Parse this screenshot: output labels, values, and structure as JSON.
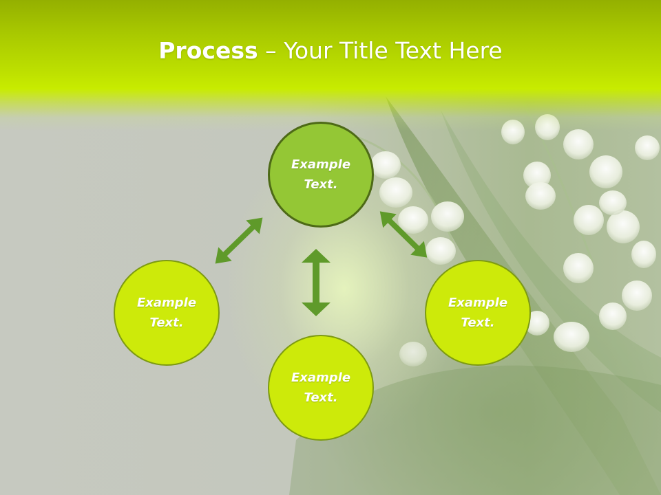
{
  "slide": {
    "title_bold": "Process",
    "title_rest": " – Your Title Text Here"
  },
  "diagram": {
    "nodes": {
      "top": {
        "label": "Example\nText."
      },
      "left": {
        "label": "Example\nText."
      },
      "right": {
        "label": "Example\nText."
      },
      "bottom": {
        "label": "Example\nText."
      }
    }
  },
  "colors": {
    "header": "#bde000",
    "node_top_fill": "#94c735",
    "node_top_border": "#4d6a16",
    "node_fill": "#cdea0a",
    "node_border": "#7d9a12",
    "arrow": "#5f9a2a"
  }
}
